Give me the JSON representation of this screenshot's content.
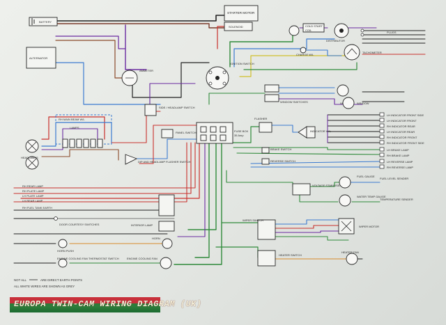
{
  "diagram": {
    "title": "EUROPA TWIN-CAM WIRING DIAGRAM (UK)",
    "legend": {
      "earth_a": "NOT ALL",
      "earth_b": "ARE DIRECT EARTH POINTS",
      "white_note": "ALL WHITE WIRES ARE SHOWN AS GREY"
    },
    "components": {
      "battery": "BATTERY",
      "starter_motor": "STARTER MOTOR",
      "solenoid": "SOLENOID",
      "cold_start": "COLD START",
      "coil": "COIL",
      "distributor": "DISTRIBUTOR",
      "plugs": "PLUGS",
      "tachometer": "TACHOMETER",
      "charge_wl": "CHARGE W/L",
      "alternator": "ALTERNATOR",
      "ammeter": "AMMETER",
      "ignition_switch": "IGNITION SWITCH",
      "window_switches": "WINDOW SWITCHES",
      "window_l": "WINDOW",
      "window_r": "WINDOW",
      "main_beam_wl": "RH MAIN BEAM W/L",
      "lamps": "LAMPS",
      "side_head_switch": "SIDE / HEADLAMP SWITCH",
      "panel_switch": "PANEL SWITCH",
      "fuse_box": "FUSE BOX",
      "fuse_rating": "35 Amp",
      "flasher": "FLASHER",
      "indicator_wl": "INDICATOR W/L",
      "headlamps": "HEADLAMPS",
      "dip_flasher": "DIP AND HEADLAMP FLASHER SWITCH",
      "brake_switch": "BRAKE SWITCH",
      "reverse_switch": "REVERSE SWITCH",
      "voltage_stab": "VOLTAGE STABILISER",
      "fuel_gauge": "FUEL GAUGE",
      "fuel_level_sender": "FUEL LEVEL SENDER",
      "water_temp": "WATER TEMP GAUGE",
      "temp_sender": "TEMPERATURE SENDER",
      "fuel_tank_earth": "RH FUEL TANK EARTH",
      "door_courtesy": "DOOR COURTESY SWITCHES",
      "interior_lamp": "INTERIOR LAMP",
      "horn_push": "HORN PUSH",
      "horn": "HORN",
      "wiper_switch": "WIPER SWITCH",
      "wiper_motor": "WIPER MOTOR",
      "fan_thermostat": "ENGINE COOLING FAN THERMOSTAT SWITCH",
      "cooling_fan": "ENGINE COOLING FAN",
      "heater_switch": "HEATER SWITCH",
      "heater_fan": "HEATER FAN"
    },
    "right_labels": [
      "LH INDICATOR FRONT SIDE",
      "LH INDICATOR FRONT",
      "RH INDICATOR REAR",
      "LH INDICATOR REAR",
      "RH INDICATOR FRONT",
      "RH INDICATOR FRONT SIDE",
      "LH BRAKE LAMP",
      "RH BRAKE LAMP",
      "LH REVERSE LAMP",
      "RH REVERSE LAMP"
    ],
    "left_labels": [
      "RH REAR LAMP",
      "RH PLATE LAMP",
      "LH PLATE LAMP",
      "LH REAR LAMP"
    ],
    "colors": {
      "background": "#e6e8e4",
      "banner_red": "#c8303a",
      "banner_green": "#2e7d3a"
    }
  }
}
